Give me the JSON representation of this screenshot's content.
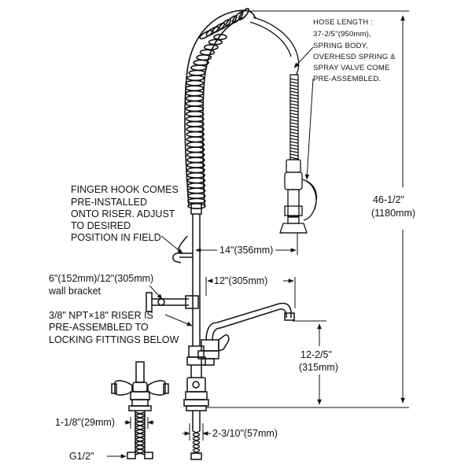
{
  "notes": {
    "hose_length": [
      "HOSE LENGTH :",
      "37-2/5\"(950mm),",
      "SPRING BODY,",
      "OVERHESD SPRING &",
      "SPRAY VALVE COME",
      "PRE-ASSEMBLED."
    ],
    "finger_hook": [
      "FINGER HOOK COMES",
      "PRE-INSTALLED",
      "ONTO RISER. ADJUST",
      "TO DESIRED",
      "POSITION IN FIELD"
    ],
    "wall_bracket": [
      "6\"(152mm)/12\"(305mm)",
      "wall bracket"
    ],
    "riser": [
      "3/8\" NPT×18\" RISER IS",
      "PRE-ASSEMBLED TO",
      "LOCKING FITTINGS BELOW"
    ]
  },
  "dimensions": {
    "overall_height": [
      "46-1/2\"",
      "(1180mm)"
    ],
    "spray_reach": "14\"(356mm)",
    "spout_reach": "12\"(305mm)",
    "spout_height": [
      "12-2/5\"",
      "(315mm)"
    ],
    "shank": "1-1/8\"(29mm)",
    "inlet": "G1/2\"",
    "center": "2-3/10\"(57mm)"
  },
  "colors": {
    "line": "#111111",
    "background": "#ffffff"
  }
}
